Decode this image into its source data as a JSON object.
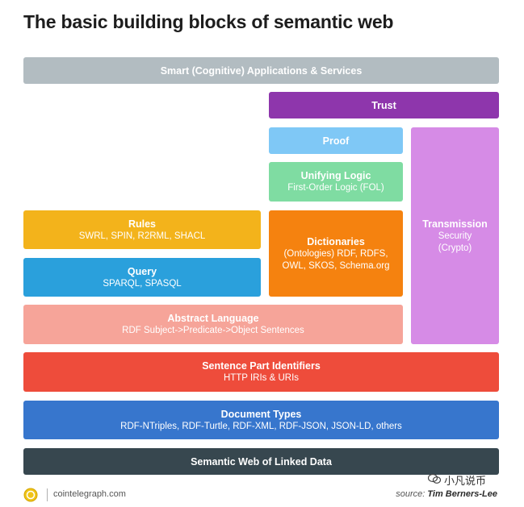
{
  "title": "The basic building blocks of semantic web",
  "blocks": {
    "smart_apps": {
      "title": "Smart (Cognitive) Applications & Services"
    },
    "trust": {
      "title": "Trust"
    },
    "proof": {
      "title": "Proof"
    },
    "unifying_logic": {
      "title": "Unifying Logic",
      "subtitle": "First-Order Logic (FOL)"
    },
    "transmission": {
      "title": "Transmission",
      "subtitle_1": "Security",
      "subtitle_2": "(Crypto)"
    },
    "rules": {
      "title": "Rules",
      "subtitle": "SWRL, SPIN, R2RML, SHACL"
    },
    "dictionaries": {
      "title": "Dictionaries",
      "subtitle_1": "(Ontologies) RDF, RDFS,",
      "subtitle_2": "OWL, SKOS, Schema.org"
    },
    "query": {
      "title": "Query",
      "subtitle": "SPARQL, SPASQL"
    },
    "abstract_language": {
      "title": "Abstract Language",
      "subtitle": "RDF Subject->Predicate->Object Sentences"
    },
    "sentence_part": {
      "title": "Sentence Part Identifiers",
      "subtitle": "HTTP IRIs & URIs"
    },
    "document_types": {
      "title": "Document Types",
      "subtitle": "RDF-NTriples, RDF-Turtle, RDF-XML, RDF-JSON, JSON-LD, others"
    },
    "linked_data": {
      "title": "Semantic Web of Linked Data"
    }
  },
  "colors": {
    "smart_apps": "#b2bcc1",
    "trust": "#8e36ac",
    "proof": "#7fc8f6",
    "unifying_logic": "#7fdca2",
    "transmission": "#d68be6",
    "rules": "#f3b31b",
    "dictionaries": "#f5820f",
    "query": "#2aa0dc",
    "abstract_language": "#f6a499",
    "sentence_part": "#ee4c3b",
    "document_types": "#3776cd",
    "linked_data": "#37474f"
  },
  "footer": {
    "site": "cointelegraph.com",
    "source_prefix": "source:",
    "source_author": "Tim Berners-Lee",
    "watermark": "小凡说币"
  }
}
